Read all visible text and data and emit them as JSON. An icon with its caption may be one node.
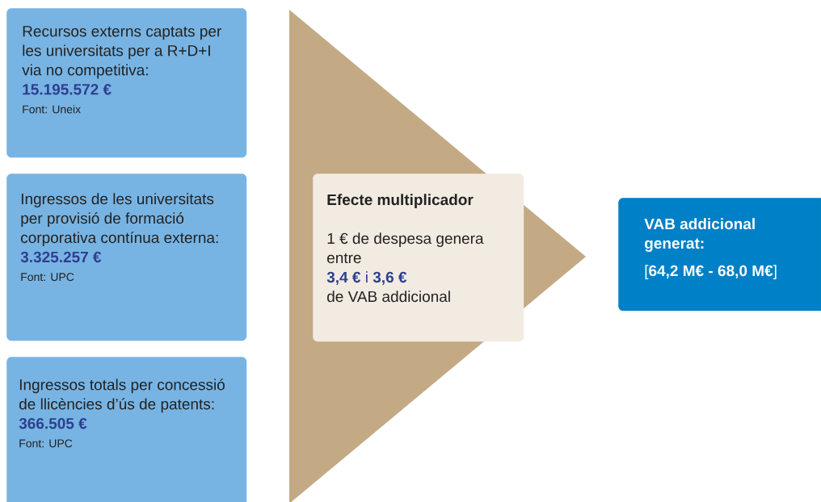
{
  "diagram": {
    "nodes": [
      {
        "text": [
          "Recursos externs captats per les universitats per a R+D+I via no competitiva:",
          "15.195.572 €",
          "Font: Uneix"
        ]
      },
      {
        "text": [
          "Ingressos de les universitats per provisió de formació corporativa contínua externa:",
          "3.325.257 €",
          "Font: UPC"
        ]
      },
      {
        "text": [
          "Ingressos totals per concessió de llicències d’ús de patents:",
          "366.505 €",
          "Font: UPC"
        ]
      },
      {
        "text": [],
        "shape": "triangle"
      },
      {
        "text": [
          "Efecte multiplicador",
          "1 € de despesa genera entre",
          "**3,4 €** i **3,6 €**",
          "de VAB addicional"
        ],
        "in": 3
      },
      {
        "text": [
          "VAB addicional generat:",
          "[**64,2 M€ - 68,0 M€**]"
        ]
      }
    ]
  }
}
